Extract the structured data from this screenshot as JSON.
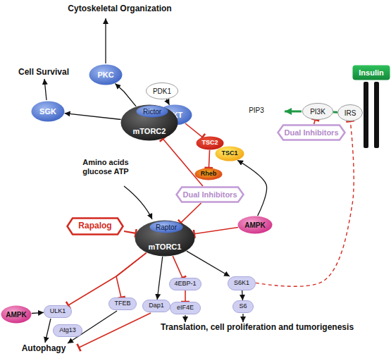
{
  "diagram": {
    "nodes": [
      {
        "text": [
          "Insulin"
        ]
      },
      {
        "text": [
          "PKC"
        ]
      },
      {
        "text": [
          "PDK1"
        ]
      },
      {
        "text": [
          "SGK"
        ]
      },
      {
        "text": [
          "AKT"
        ]
      },
      {
        "text": [
          "PI3K"
        ]
      },
      {
        "text": [
          "IRS"
        ]
      },
      {
        "text": [
          "mTORC2"
        ]
      },
      {
        "text": [
          "Rictor"
        ],
        "in": 7
      },
      {
        "text": [
          "Dual Inhibitors"
        ]
      },
      {
        "text": [
          "TSC2"
        ]
      },
      {
        "text": [
          "TSC1"
        ]
      },
      {
        "text": [
          "Rheb"
        ]
      },
      {
        "text": [
          "Dual Inhibitors"
        ]
      },
      {
        "text": [
          "mTORC1"
        ]
      },
      {
        "text": [
          "Raptor"
        ],
        "in": 14
      },
      {
        "text": [
          "Rapalog"
        ]
      },
      {
        "text": [
          "AMPK"
        ]
      },
      {
        "text": [
          "4EBP-1"
        ]
      },
      {
        "text": [
          "S6K1"
        ]
      },
      {
        "text": [
          "AMPK"
        ]
      },
      {
        "text": [
          "ULK1"
        ]
      },
      {
        "text": [
          "TFEB"
        ]
      },
      {
        "text": [
          "Dap1"
        ]
      },
      {
        "text": [
          "eIF4E"
        ]
      },
      {
        "text": [
          "S6"
        ]
      },
      {
        "text": [
          "Atg13"
        ]
      }
    ],
    "edges": [
      {
        "from": 7,
        "to": 3,
        "arrow": "to"
      },
      {
        "from": 7,
        "to": 1,
        "arrow": "to"
      },
      {
        "from": 7,
        "to": 4,
        "arrow": "to"
      },
      {
        "from": 2,
        "to": 4,
        "arrow": "to"
      },
      {
        "from": 6,
        "to": 5,
        "arrow": "none"
      },
      {
        "from": 9,
        "to": 5,
        "arrow": "to"
      },
      {
        "from": 4,
        "to": 10,
        "arrow": "to"
      },
      {
        "from": 10,
        "to": 12,
        "arrow": "to"
      },
      {
        "from": 17,
        "to": 11,
        "arrow": "to"
      },
      {
        "from": 17,
        "to": 14,
        "arrow": "to"
      },
      {
        "from": 13,
        "to": 7,
        "arrow": "to"
      },
      {
        "from": 13,
        "to": 14,
        "arrow": "to"
      },
      {
        "from": 16,
        "to": 14,
        "arrow": "to"
      },
      {
        "from": 14,
        "to": 18,
        "arrow": "to"
      },
      {
        "from": 18,
        "to": 24,
        "arrow": "to"
      },
      {
        "from": 14,
        "to": 19,
        "arrow": "to"
      },
      {
        "from": 19,
        "to": 25,
        "arrow": "to"
      },
      {
        "from": 19,
        "to": 6,
        "arrow": "to"
      },
      {
        "from": 14,
        "to": 23,
        "arrow": "to"
      },
      {
        "from": 14,
        "to": 21,
        "arrow": "to"
      },
      {
        "from": 14,
        "to": 22,
        "arrow": "to"
      },
      {
        "from": 20,
        "to": 21,
        "arrow": "to"
      }
    ],
    "labels": [
      "Cytoskeletal Organization",
      "Cell Survival",
      "PIP3",
      "Amino acids glucose ATP",
      "Translation, cell proliferation and tumorigenesis",
      "Autophagy"
    ]
  }
}
